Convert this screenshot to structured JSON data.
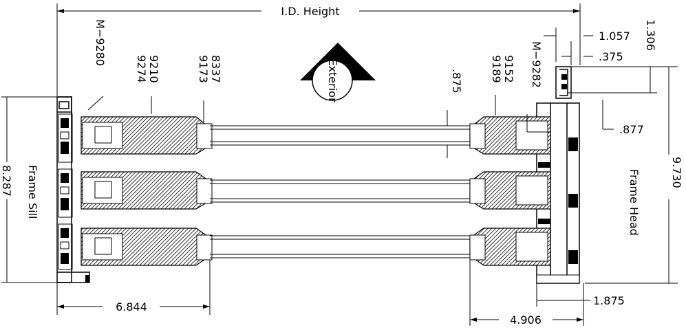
{
  "drawing": {
    "title_dim": "I.D. Height",
    "exterior": "Exterior",
    "frame_sill": "Frame Sill",
    "frame_head": "Frame Head",
    "parts": {
      "m9280": "M−9280",
      "p9210": "9210",
      "p9274": "9274",
      "p8337": "8337",
      "p9173": "9173",
      "p875": ".875",
      "p9152": "9152",
      "p9189": "9189",
      "m9282": "M−9282"
    },
    "dims": {
      "d1057": "1.057",
      "d1306": "1.306",
      "d375": ".375",
      "d877": ".877",
      "d9730": "9.730",
      "d8287": "8.287",
      "d6844": "6.844",
      "d1875": "1.875",
      "d4906": "4.906"
    },
    "colors": {
      "line": "#000000",
      "background": "#ffffff",
      "hatch": "#000000"
    }
  }
}
